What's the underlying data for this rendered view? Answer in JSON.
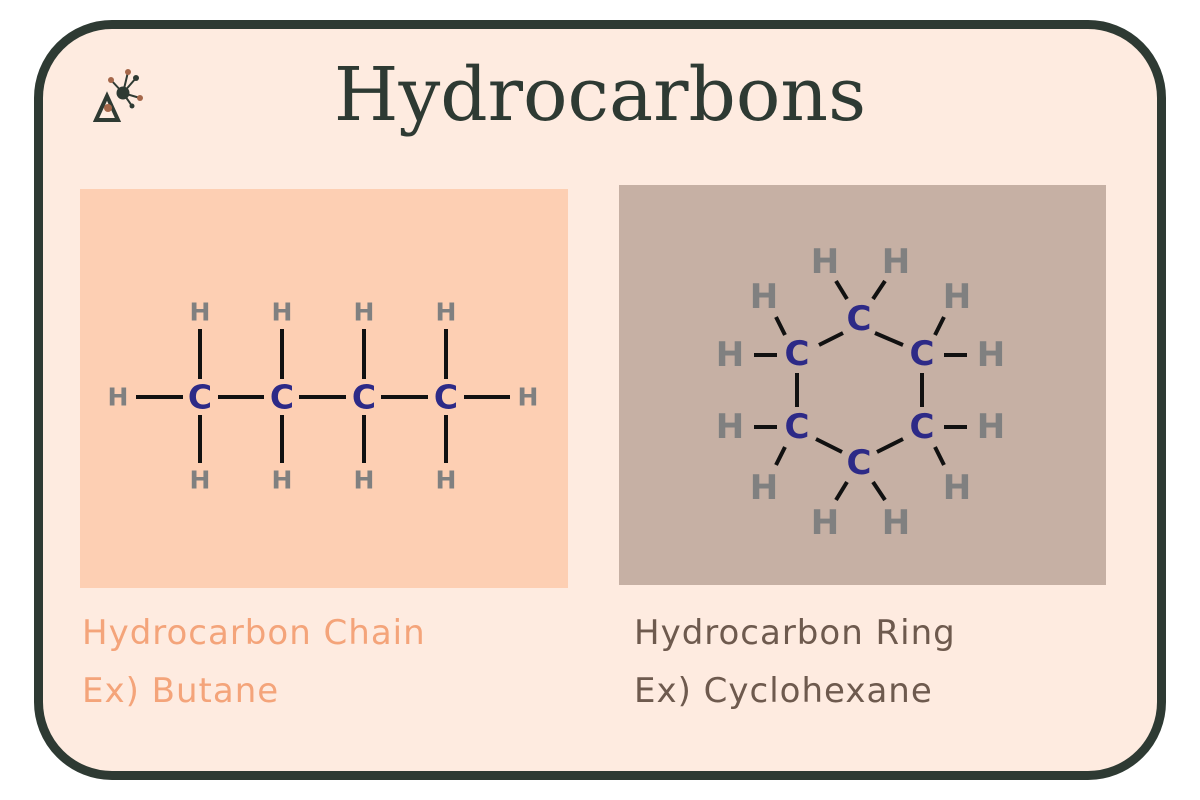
{
  "header": {
    "title": "Hydrocarbons",
    "logo_icon": "molecule-logo-icon"
  },
  "colors": {
    "card_bg": "#feebe0",
    "border": "#2e3a33",
    "chain_panel": "#fdcfb3",
    "ring_panel": "#c6b0a4",
    "chain_caption": "#f4a47a",
    "ring_caption": "#6e5a4e",
    "carbon": "#2d2a87",
    "hydrogen": "#808080",
    "bond": "#111111"
  },
  "atoms": {
    "carbon": "C",
    "hydrogen": "H"
  },
  "chain": {
    "line1": "Hydrocarbon Chain",
    "line2": "Ex) Butane"
  },
  "ring": {
    "line1": "Hydrocarbon Ring",
    "line2": "Ex) Cyclohexane"
  }
}
